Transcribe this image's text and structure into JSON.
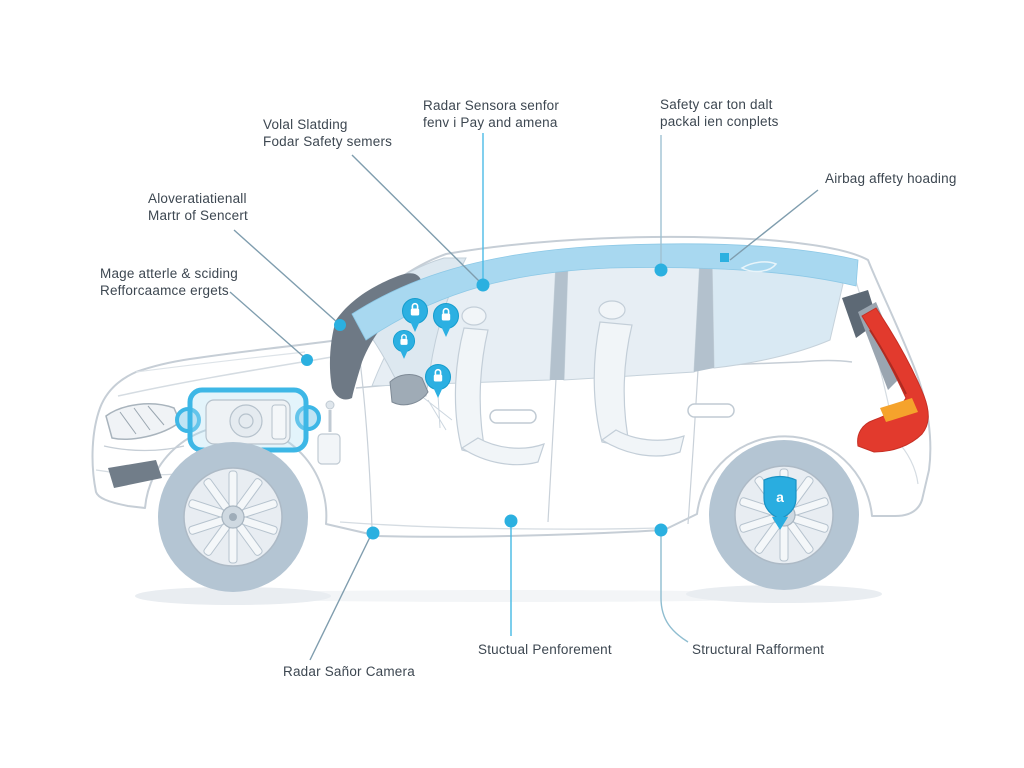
{
  "figure": {
    "type": "car-safety-diagram",
    "labels": {
      "roof_front": {
        "line1": "Volal Slatding",
        "line2": "Fodar Safety semers"
      },
      "radar_top": {
        "line1": "Radar Sensora senfor",
        "line2": "fenv i Pay and amena"
      },
      "safety_top": {
        "line1": "Safety car ton dalt",
        "line2": "packal ien conplets"
      },
      "airbag": {
        "line1": "Airbag affety hoading"
      },
      "material": {
        "line1": "Aloveratiatienall",
        "line2": "Martr of Sencert"
      },
      "sliding": {
        "line1": "Mage atterle & sciding",
        "line2": "Refforcaamce ergets"
      },
      "camera": {
        "line1": "Radar Sañor Camera"
      },
      "structural_mid": {
        "line1": "Stuctual Penforement"
      },
      "structural_rear": {
        "line1": "Structural Rafforment"
      }
    },
    "wheel_badge_glyph": "a",
    "icons": {
      "safety_pins": "padlock-pin",
      "wheel_badge": "shield"
    },
    "colors": {
      "marker_cyan": "#2bb0e0",
      "callout_gray_blue": "#7f9dae",
      "callout_cyan": "#4cbbe6",
      "roof_glass": "#a8d8f0",
      "window_glass": "#e7eef4",
      "pillar_dark": "#6b7683",
      "tail_red": "#e23a2d",
      "tail_amber": "#f5a32c",
      "body_line": "#c6ced6",
      "text": "#3d4751",
      "engine_bracket": "#3db7e6"
    }
  }
}
